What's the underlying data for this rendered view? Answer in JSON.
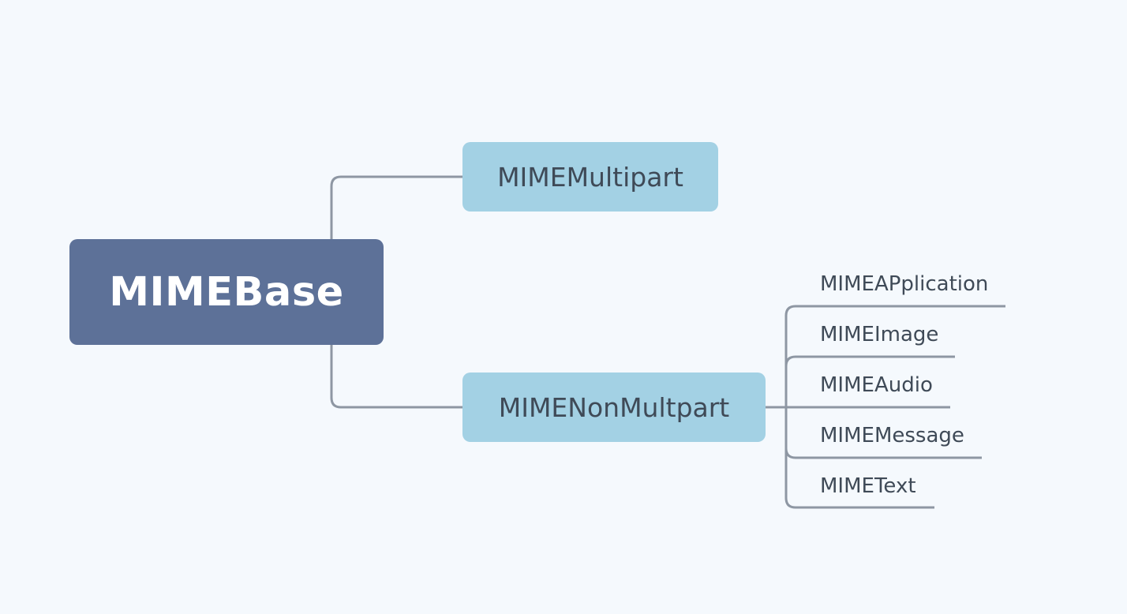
{
  "diagram": {
    "root": {
      "label": "MIMEBase"
    },
    "branches": [
      {
        "label": "MIMEMultipart",
        "children": []
      },
      {
        "label": "MIMENonMultpart",
        "children": [
          {
            "label": "MIMEAPplication"
          },
          {
            "label": "MIMEImage"
          },
          {
            "label": "MIMEAudio"
          },
          {
            "label": "MIMEMessage"
          },
          {
            "label": "MIMEText"
          }
        ]
      }
    ]
  },
  "colors": {
    "background": "#f5f9fd",
    "root_fill": "#5d7198",
    "branch_fill": "#a3d1e4",
    "connector": "#8e97a3",
    "text_dark": "#3f4a57",
    "text_light": "#ffffff"
  }
}
